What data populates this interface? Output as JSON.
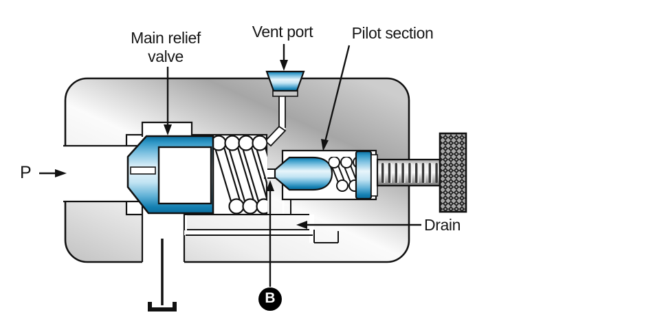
{
  "diagram": {
    "type": "hydraulic pilot-operated relief valve cross-section",
    "labels": {
      "main_relief_line1": "Main relief",
      "main_relief_line2": "valve",
      "vent_port": "Vent port",
      "pilot_section": "Pilot section",
      "drain": "Drain",
      "port_p": "P",
      "port_b": "B"
    },
    "colors": {
      "component_blue_dark": "#0b6d9e",
      "component_blue_light": "#e8f5fb",
      "body_gray_light": "#fbfbfb",
      "body_gray_dark": "#a6a6a6",
      "outline_black": "#111111",
      "background": "#ffffff"
    }
  }
}
